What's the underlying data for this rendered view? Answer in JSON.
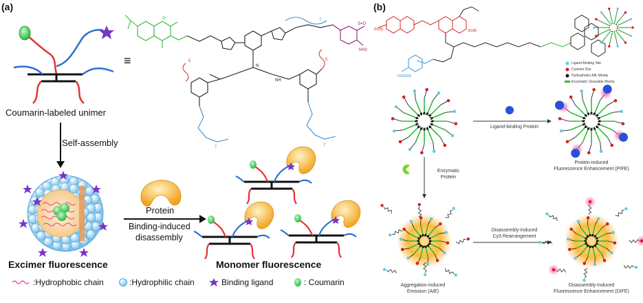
{
  "panel_a": {
    "label": "(a)",
    "unimer_label": "Coumarin-labeled unimer",
    "equiv_symbol": "≡",
    "step_label": "Self-assembly",
    "protein_label": "Protein",
    "process_label_line1": "Binding-induced",
    "process_label_line2": "disassembly",
    "excimer_label": "Excimer fluorescence",
    "monomer_label": "Monomer fluorescence",
    "legend": [
      {
        "text": ":Hydrophobic chain"
      },
      {
        "text": ":Hydrophilic chain"
      },
      {
        "text": "Binding ligand"
      },
      {
        "text": ": Coumarin"
      }
    ],
    "chem_labels": {
      "n5_left": "5",
      "n5_right": "5",
      "n7_left": "7",
      "n7_right": "7",
      "n7_top": "7",
      "nh2": "NH2",
      "so2": "S=O",
      "o": "O",
      "n": "N",
      "nh": "NH"
    },
    "colors": {
      "hydrophobic": "#e53030",
      "hydrophilic": "#2a6fcf",
      "ligand": "#7a34c9",
      "coumarin": "#3ccf5a",
      "protein": "#f0a21a",
      "chem_green": "#2fb83c",
      "chem_blue": "#3d8fd0",
      "chem_red": "#d8373b",
      "chem_purple": "#8e1f6b"
    }
  },
  "panel_b": {
    "label": "(b)",
    "legend": [
      {
        "text": "Ligand Binding Site"
      },
      {
        "text": "Cyanine Dye"
      },
      {
        "text": "Hydrophobic AIE Moiety"
      },
      {
        "text": "Enzymatic Cleavable Moiety"
      }
    ],
    "ligand_binding_label": "Ligand-binding Protein",
    "enzymatic_label_line1": "Enzymatic",
    "enzymatic_label_line2": "Protein",
    "pife_line1": "Protein-induced",
    "pife_line2": "Fluorescence Enhancement (PIFE)",
    "cy3_line1": "Disassembly-induced",
    "cy3_line2": "Cy3 Rearrangement",
    "aie_line1": "Aggregation-induced",
    "aie_line2": "Emission (AIE)",
    "dife_line1": "Disassembly-induced",
    "dife_line2": "Fluorescence Enhancement (DIFE)",
    "colors": {
      "ligand_site": "#6ec6e8",
      "cyanine": "#d42020",
      "aie": "#111111",
      "cleavable": "#2fb83c",
      "protein": "#2d4fd6",
      "enzyme": "#7dd62a",
      "glow_pink": "#ff8fc8",
      "glow_orange": "#ffb840"
    }
  }
}
